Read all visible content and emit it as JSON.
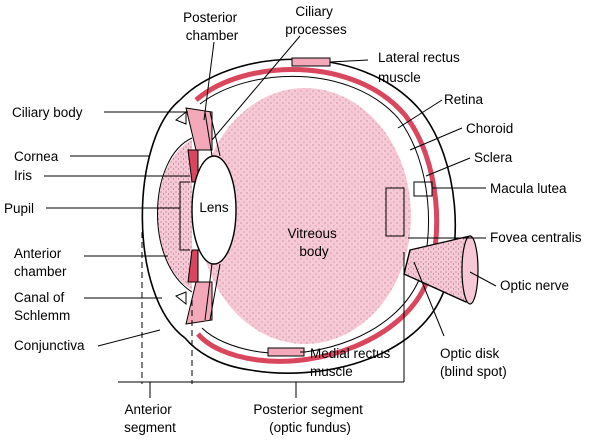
{
  "colors": {
    "tissue": "#f7c9d6",
    "choroid": "#d9475f",
    "muscle": "#f4a9bb",
    "lens": "#ffffff",
    "outline": "#000000"
  },
  "labels": {
    "posterior_chamber": [
      "Posterior",
      "chamber"
    ],
    "ciliary_processes": [
      "Ciliary",
      "processes"
    ],
    "lateral_rectus_muscle": [
      "Lateral rectus",
      "muscle"
    ],
    "ciliary_body": "Ciliary body",
    "retina": "Retina",
    "choroid": "Choroid",
    "cornea": "Cornea",
    "sclera": "Sclera",
    "iris": "Iris",
    "macula_lutea": "Macula lutea",
    "pupil": "Pupil",
    "lens": "Lens",
    "vitreous_body": [
      "Vitreous",
      "body"
    ],
    "fovea_centralis": "Fovea centralis",
    "anterior_chamber": [
      "Anterior",
      "chamber"
    ],
    "optic_nerve": "Optic nerve",
    "canal_of_schlemm": [
      "Canal of",
      "Schlemm"
    ],
    "conjunctiva": "Conjunctiva",
    "medial_rectus_muscle": [
      "Medial rectus",
      "muscle"
    ],
    "optic_disk": [
      "Optic disk",
      "(blind spot)"
    ],
    "anterior_segment": [
      "Anterior",
      "segment"
    ],
    "posterior_segment": [
      "Posterior segment",
      "(optic fundus)"
    ]
  }
}
